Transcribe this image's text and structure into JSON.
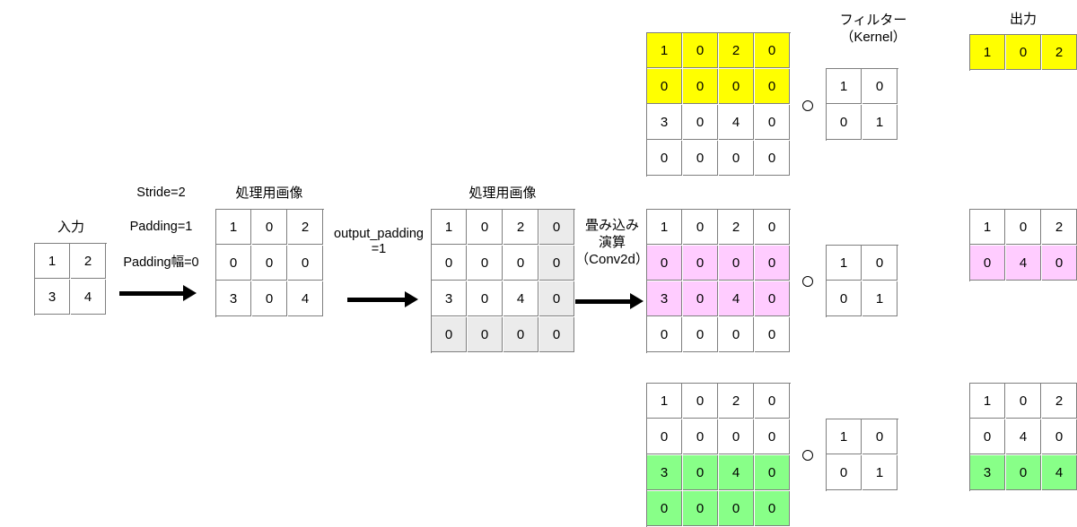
{
  "diagram": {
    "title_input": "入力",
    "title_work_small": "処理用画像",
    "title_work_large": "処理用画像",
    "title_filter_line1": "フィルター",
    "title_filter_line2": "（Kernel）",
    "title_output": "出力",
    "params": {
      "stride": "Stride=2",
      "padding": "Padding=1",
      "padding_width": "Padding幅=0"
    },
    "output_padding_label_line1": "output_padding",
    "output_padding_label_line2": "=1",
    "conv_label_line1": "畳み込み",
    "conv_label_line2": "演算",
    "conv_label_line3": "（Conv2d）",
    "operator_symbol": "circle-operator"
  },
  "colors": {
    "yellow": "#FFFF00",
    "pink": "#FFCCFF",
    "green": "#88FF88",
    "gray": "#EBEBEB",
    "border": "#7F7F7F",
    "text": "#000000"
  },
  "matrices": {
    "input": {
      "rows": 2,
      "cols": 2,
      "values": [
        [
          1,
          2
        ],
        [
          3,
          4
        ]
      ],
      "highlight": [
        [
          "none",
          "none"
        ],
        [
          "none",
          "none"
        ]
      ]
    },
    "work_small": {
      "rows": 3,
      "cols": 3,
      "values": [
        [
          1,
          0,
          2
        ],
        [
          0,
          0,
          0
        ],
        [
          3,
          0,
          4
        ]
      ],
      "highlight": [
        [
          "none",
          "none",
          "none"
        ],
        [
          "none",
          "none",
          "none"
        ],
        [
          "none",
          "none",
          "none"
        ]
      ]
    },
    "work_large": {
      "rows": 4,
      "cols": 4,
      "values": [
        [
          1,
          0,
          2,
          0
        ],
        [
          0,
          0,
          0,
          0
        ],
        [
          3,
          0,
          4,
          0
        ],
        [
          0,
          0,
          0,
          0
        ]
      ],
      "highlight": [
        [
          "none",
          "none",
          "none",
          "gray"
        ],
        [
          "none",
          "none",
          "none",
          "gray"
        ],
        [
          "none",
          "none",
          "none",
          "gray"
        ],
        [
          "gray",
          "gray",
          "gray",
          "gray"
        ]
      ]
    },
    "conv_step1": {
      "rows": 4,
      "cols": 4,
      "values": [
        [
          1,
          0,
          2,
          0
        ],
        [
          0,
          0,
          0,
          0
        ],
        [
          3,
          0,
          4,
          0
        ],
        [
          0,
          0,
          0,
          0
        ]
      ],
      "highlight": [
        [
          "yellow",
          "yellow",
          "yellow",
          "yellow"
        ],
        [
          "yellow",
          "yellow",
          "yellow",
          "yellow"
        ],
        [
          "none",
          "none",
          "none",
          "none"
        ],
        [
          "none",
          "none",
          "none",
          "none"
        ]
      ]
    },
    "conv_step2": {
      "rows": 4,
      "cols": 4,
      "values": [
        [
          1,
          0,
          2,
          0
        ],
        [
          0,
          0,
          0,
          0
        ],
        [
          3,
          0,
          4,
          0
        ],
        [
          0,
          0,
          0,
          0
        ]
      ],
      "highlight": [
        [
          "none",
          "none",
          "none",
          "none"
        ],
        [
          "pink",
          "pink",
          "pink",
          "pink"
        ],
        [
          "pink",
          "pink",
          "pink",
          "pink"
        ],
        [
          "none",
          "none",
          "none",
          "none"
        ]
      ]
    },
    "conv_step3": {
      "rows": 4,
      "cols": 4,
      "values": [
        [
          1,
          0,
          2,
          0
        ],
        [
          0,
          0,
          0,
          0
        ],
        [
          3,
          0,
          4,
          0
        ],
        [
          0,
          0,
          0,
          0
        ]
      ],
      "highlight": [
        [
          "none",
          "none",
          "none",
          "none"
        ],
        [
          "none",
          "none",
          "none",
          "none"
        ],
        [
          "green",
          "green",
          "green",
          "green"
        ],
        [
          "green",
          "green",
          "green",
          "green"
        ]
      ]
    },
    "kernel1": {
      "rows": 2,
      "cols": 2,
      "values": [
        [
          1,
          0
        ],
        [
          0,
          1
        ]
      ],
      "highlight": [
        [
          "none",
          "none"
        ],
        [
          "none",
          "none"
        ]
      ]
    },
    "kernel2": {
      "rows": 2,
      "cols": 2,
      "values": [
        [
          1,
          0
        ],
        [
          0,
          1
        ]
      ],
      "highlight": [
        [
          "none",
          "none"
        ],
        [
          "none",
          "none"
        ]
      ]
    },
    "kernel3": {
      "rows": 2,
      "cols": 2,
      "values": [
        [
          1,
          0
        ],
        [
          0,
          1
        ]
      ],
      "highlight": [
        [
          "none",
          "none"
        ],
        [
          "none",
          "none"
        ]
      ]
    },
    "output_step1": {
      "rows": 1,
      "cols": 3,
      "values": [
        [
          1,
          0,
          2
        ]
      ],
      "highlight": [
        [
          "yellow",
          "yellow",
          "yellow"
        ]
      ]
    },
    "output_step2": {
      "rows": 2,
      "cols": 3,
      "values": [
        [
          1,
          0,
          2
        ],
        [
          0,
          4,
          0
        ]
      ],
      "highlight": [
        [
          "none",
          "none",
          "none"
        ],
        [
          "pink",
          "pink",
          "pink"
        ]
      ]
    },
    "output_step3": {
      "rows": 3,
      "cols": 3,
      "values": [
        [
          1,
          0,
          2
        ],
        [
          0,
          4,
          0
        ],
        [
          3,
          0,
          4
        ]
      ],
      "highlight": [
        [
          "none",
          "none",
          "none"
        ],
        [
          "none",
          "none",
          "none"
        ],
        [
          "green",
          "green",
          "green"
        ]
      ]
    }
  }
}
